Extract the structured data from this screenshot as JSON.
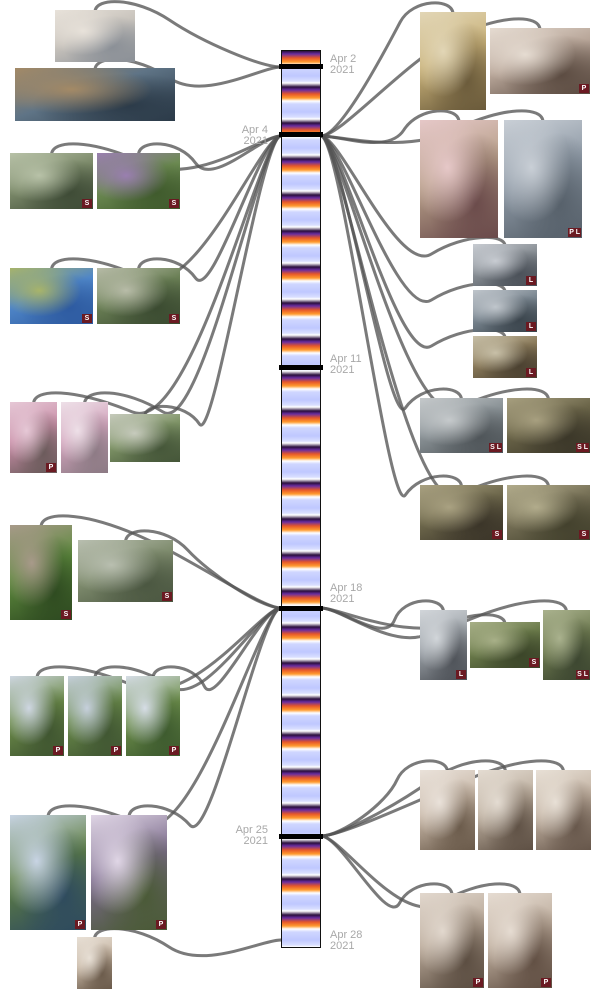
{
  "timeline": {
    "dates": [
      {
        "id": "apr2",
        "month_day": "Apr  2",
        "year": "2021"
      },
      {
        "id": "apr4",
        "month_day": "Apr  4",
        "year": "2021"
      },
      {
        "id": "apr11",
        "month_day": "Apr 11",
        "year": "2021"
      },
      {
        "id": "apr18",
        "month_day": "Apr 18",
        "year": "2021"
      },
      {
        "id": "apr25",
        "month_day": "Apr 25",
        "year": "2021"
      },
      {
        "id": "apr28",
        "month_day": "Apr 28",
        "year": "2021"
      }
    ]
  },
  "photos": [
    {
      "id": "p1",
      "subject": "cherry-blossom-skyline",
      "colors": [
        "#c9c4bd",
        "#8a8f96",
        "#e8e2da"
      ],
      "badge": ""
    },
    {
      "id": "p2",
      "subject": "city-skyline-waterfront",
      "colors": [
        "#5f7486",
        "#2b3a48",
        "#a48a66"
      ],
      "badge": ""
    },
    {
      "id": "p3",
      "subject": "bird-on-branch",
      "colors": [
        "#7c8a6a",
        "#3d4a35",
        "#b8c2a8"
      ],
      "badge": "S"
    },
    {
      "id": "p4",
      "subject": "purple-flowers",
      "colors": [
        "#6c8a52",
        "#3f5a2c",
        "#9a7fb0"
      ],
      "badge": "S"
    },
    {
      "id": "p5",
      "subject": "bird-blue-sky",
      "colors": [
        "#4f86c8",
        "#2d5aa0",
        "#a8b46a"
      ],
      "badge": "S"
    },
    {
      "id": "p6",
      "subject": "people-in-garden",
      "colors": [
        "#6a7f55",
        "#3a4a30",
        "#b8bca8"
      ],
      "badge": "S"
    },
    {
      "id": "p7",
      "subject": "cherry-tree-picnic",
      "colors": [
        "#c98fa8",
        "#6a5a5a",
        "#e6c8d6"
      ],
      "badge": "P"
    },
    {
      "id": "p8",
      "subject": "pink-cherry-tree",
      "colors": [
        "#d2a4bc",
        "#8c7a84",
        "#eee0e8"
      ],
      "badge": ""
    },
    {
      "id": "p9",
      "subject": "path-in-park",
      "colors": [
        "#7e9366",
        "#445538",
        "#c7cbbd"
      ],
      "badge": ""
    },
    {
      "id": "p10",
      "subject": "green-leaves-flower",
      "colors": [
        "#5e8a3e",
        "#2e4a20",
        "#a89a8a"
      ],
      "badge": "S"
    },
    {
      "id": "p11",
      "subject": "hummingbird-nest",
      "colors": [
        "#7f8c6e",
        "#4a5640",
        "#b9bfb0"
      ],
      "badge": "S"
    },
    {
      "id": "p12",
      "subject": "girl-bubbles-park-1",
      "colors": [
        "#6d8c4a",
        "#3f5530",
        "#cfd7e2"
      ],
      "badge": "P"
    },
    {
      "id": "p13",
      "subject": "girl-bubbles-park-2",
      "colors": [
        "#6a8a4a",
        "#405632",
        "#c6d0dc"
      ],
      "badge": "P"
    },
    {
      "id": "p14",
      "subject": "girl-bubbles-park-3",
      "colors": [
        "#6e8f4c",
        "#3d5a2e",
        "#d6dde6"
      ],
      "badge": "P"
    },
    {
      "id": "p15",
      "subject": "girls-bubbles-evening-1",
      "colors": [
        "#5f7f42",
        "#2e4a5e",
        "#c8d4e4"
      ],
      "badge": "P"
    },
    {
      "id": "p16",
      "subject": "girls-bubbles-evening-2",
      "colors": [
        "#7a6a8a",
        "#4a5a36",
        "#e0d6e6"
      ],
      "badge": "P"
    },
    {
      "id": "p17",
      "subject": "birthday-cake",
      "colors": [
        "#c8b8a6",
        "#6a5a4a",
        "#e8e0d6"
      ],
      "badge": ""
    },
    {
      "id": "p18",
      "subject": "cupcakes-plate",
      "colors": [
        "#c9b27a",
        "#6a5a3a",
        "#e2d6b6"
      ],
      "badge": ""
    },
    {
      "id": "p19",
      "subject": "girls-crafting",
      "colors": [
        "#b9a79a",
        "#5a4a40",
        "#e6dcd2"
      ],
      "badge": "P"
    },
    {
      "id": "p20",
      "subject": "game-board-marbles",
      "colors": [
        "#b7a08a",
        "#6a4a4a",
        "#e6c8c8"
      ],
      "badge": ""
    },
    {
      "id": "p21",
      "subject": "girls-on-field",
      "colors": [
        "#8f9aa6",
        "#56606a",
        "#c9cfd6"
      ],
      "badge": "P L"
    },
    {
      "id": "p22",
      "subject": "boardwalk",
      "colors": [
        "#8a9096",
        "#4a5058",
        "#c8ccd2"
      ],
      "badge": "L"
    },
    {
      "id": "p23",
      "subject": "duck-on-water",
      "colors": [
        "#7a8690",
        "#3a444c",
        "#c0c6cc"
      ],
      "badge": "L"
    },
    {
      "id": "p24",
      "subject": "marsh-grass",
      "colors": [
        "#8a7a5a",
        "#4a4030",
        "#c8c0a8"
      ],
      "badge": "L"
    },
    {
      "id": "p25",
      "subject": "heron",
      "colors": [
        "#8a9296",
        "#4e5458",
        "#c6cacc"
      ],
      "badge": "S L"
    },
    {
      "id": "p26",
      "subject": "otter-1",
      "colors": [
        "#6a6448",
        "#3a3628",
        "#a8a080"
      ],
      "badge": "S L"
    },
    {
      "id": "p27",
      "subject": "otter-2",
      "colors": [
        "#6e684c",
        "#3a3428",
        "#aaa282"
      ],
      "badge": "S"
    },
    {
      "id": "p28",
      "subject": "otter-3",
      "colors": [
        "#767056",
        "#42402c",
        "#b2ac8c"
      ],
      "badge": "S"
    },
    {
      "id": "p29",
      "subject": "girls-boardwalk",
      "colors": [
        "#9ca2a8",
        "#4e5258",
        "#d2d6da"
      ],
      "badge": "L"
    },
    {
      "id": "p30",
      "subject": "bittern-1",
      "colors": [
        "#6a7a4a",
        "#3a4428",
        "#a8b088"
      ],
      "badge": "S"
    },
    {
      "id": "p31",
      "subject": "bittern-2",
      "colors": [
        "#6e7a50",
        "#3c4630",
        "#aab28e"
      ],
      "badge": "S L"
    },
    {
      "id": "p32",
      "subject": "girl-kitchen-1",
      "colors": [
        "#c8b8a8",
        "#6a5a4a",
        "#eae2da"
      ],
      "badge": ""
    },
    {
      "id": "p33",
      "subject": "girl-kitchen-2",
      "colors": [
        "#bcae9e",
        "#5e5044",
        "#e4dcd2"
      ],
      "badge": ""
    },
    {
      "id": "p34",
      "subject": "girl-kitchen-3",
      "colors": [
        "#c2b2a2",
        "#66564a",
        "#e8e0d6"
      ],
      "badge": ""
    },
    {
      "id": "p35",
      "subject": "girls-baking-1",
      "colors": [
        "#b8a898",
        "#5a4c40",
        "#e2d8ce"
      ],
      "badge": "P"
    },
    {
      "id": "p36",
      "subject": "girls-baking-2",
      "colors": [
        "#beae9e",
        "#604e42",
        "#e6dcd2"
      ],
      "badge": "P"
    }
  ]
}
